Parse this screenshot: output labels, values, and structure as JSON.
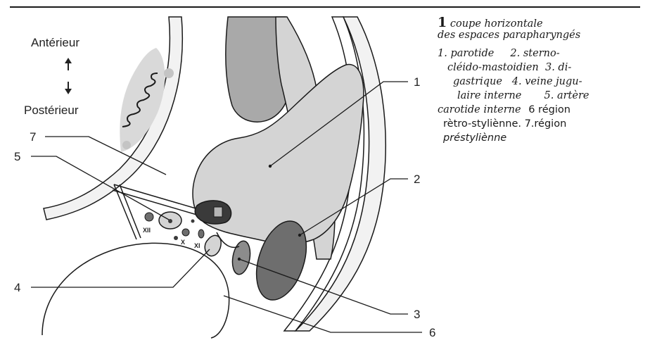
{
  "orientation": {
    "anterior": "Antérieur",
    "posterior": "Postérieur"
  },
  "callouts": {
    "n1": "1",
    "n2": "2",
    "n3": "3",
    "n4": "4",
    "n5": "5",
    "n6": "6",
    "n7": "7"
  },
  "nerves": {
    "xii": "XII",
    "x": "X",
    "xi": "XI"
  },
  "legend": {
    "title_num": "1",
    "title_line1": "coupe horizontale",
    "title_line2": "des espaces parapharyngés",
    "line3": "1. parotide     2. sterno-",
    "line4": "cléido-mastoidien  3. di-",
    "line5": "gastrique   4. veine jugu-",
    "line6": "laire interne       5. artère",
    "line7_a": "carotide interne",
    "line7_b": "6 région",
    "line8": "rètro-styliènne. 7.région",
    "line9": "préstyliènne"
  },
  "colors": {
    "light_gray": "#d4d4d4",
    "mid_gray": "#a9a9a9",
    "dark_gray": "#6e6e6e",
    "darkest": "#3a3a3a",
    "line": "#1a1a1a"
  }
}
